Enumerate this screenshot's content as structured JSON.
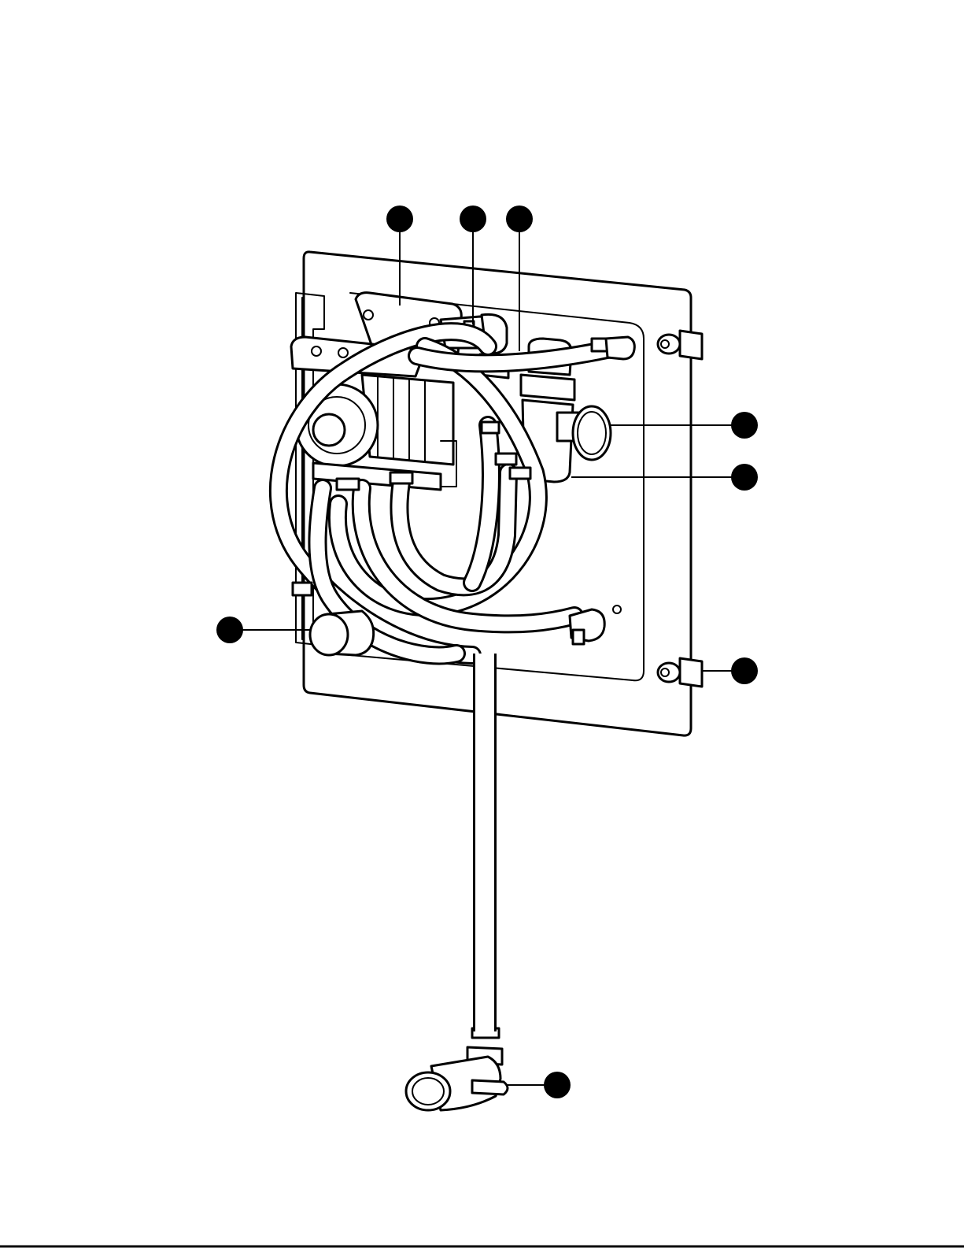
{
  "figure": {
    "ink_color": "#000000",
    "background_color": "#ffffff",
    "callout_color": "#000000",
    "callouts": [
      {
        "id": "callout-1",
        "position": "top-left"
      },
      {
        "id": "callout-2",
        "position": "top-middle"
      },
      {
        "id": "callout-3",
        "position": "top-right"
      },
      {
        "id": "callout-4",
        "position": "right-upper"
      },
      {
        "id": "callout-5",
        "position": "right-middle"
      },
      {
        "id": "callout-6",
        "position": "left-lower"
      },
      {
        "id": "callout-7",
        "position": "right-lower"
      },
      {
        "id": "callout-8",
        "position": "bottom"
      }
    ]
  }
}
